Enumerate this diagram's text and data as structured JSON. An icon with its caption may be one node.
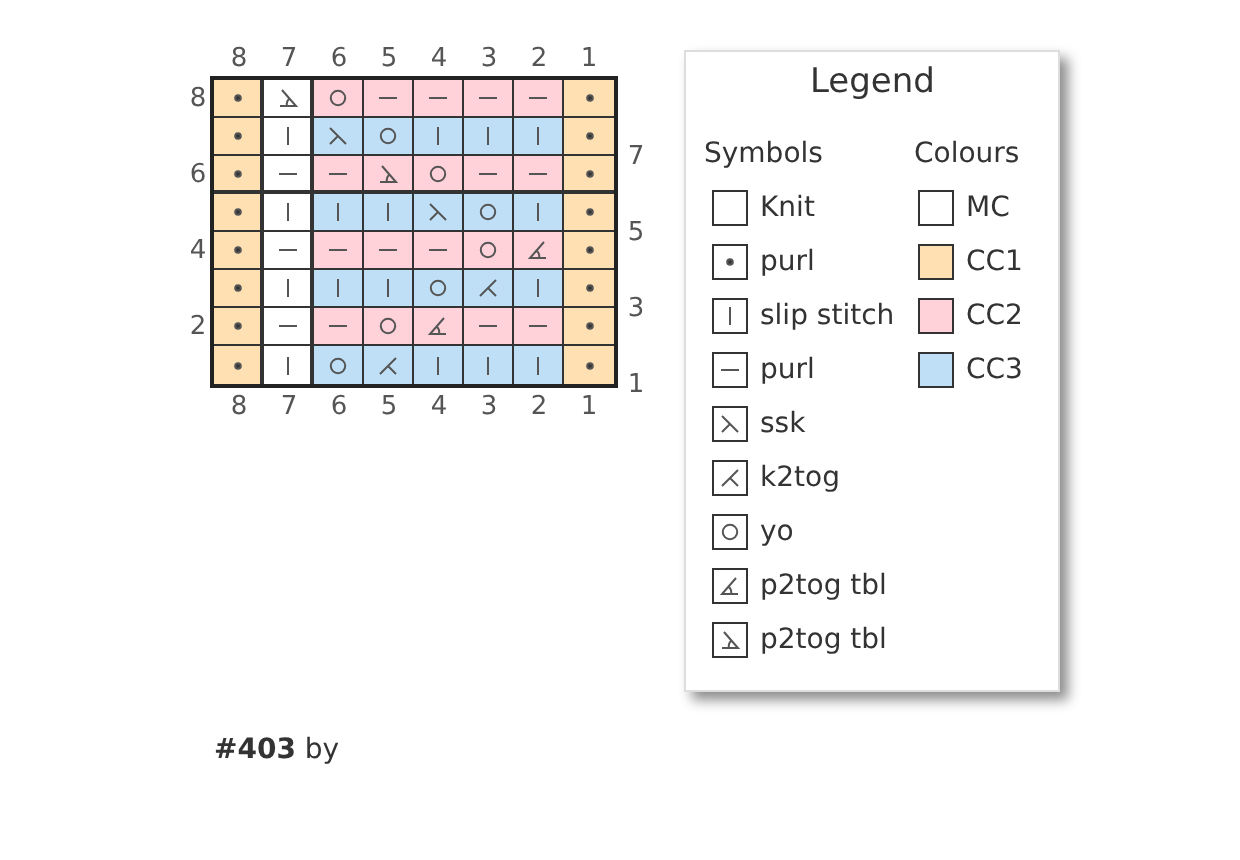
{
  "diagram": {
    "caption": "**#403** by",
    "labels": [
      "8",
      "7",
      "6",
      "5",
      "4",
      "3",
      "2",
      "1",
      "8",
      "7",
      "6",
      "5",
      "4",
      "3",
      "2",
      "1",
      "8",
      "7",
      "6",
      "5",
      "4",
      "3",
      "2",
      "1",
      "Legend",
      "Symbols",
      "Colours"
    ],
    "legend": [
      {
        "text": "Knit"
      },
      {
        "text": "purl"
      },
      {
        "text": "slip stitch"
      },
      {
        "text": "purl"
      },
      {
        "text": "ssk"
      },
      {
        "text": "k2tog"
      },
      {
        "text": "yo"
      },
      {
        "text": "p2tog tbl"
      },
      {
        "text": "p2tog tbl"
      },
      {
        "text": "MC",
        "color": "#ffffff"
      },
      {
        "text": "CC1",
        "color": "#ffe0b3"
      },
      {
        "text": "CC2",
        "color": "#ffd1d9"
      },
      {
        "text": "CC3",
        "color": "#bfdff7"
      }
    ]
  }
}
